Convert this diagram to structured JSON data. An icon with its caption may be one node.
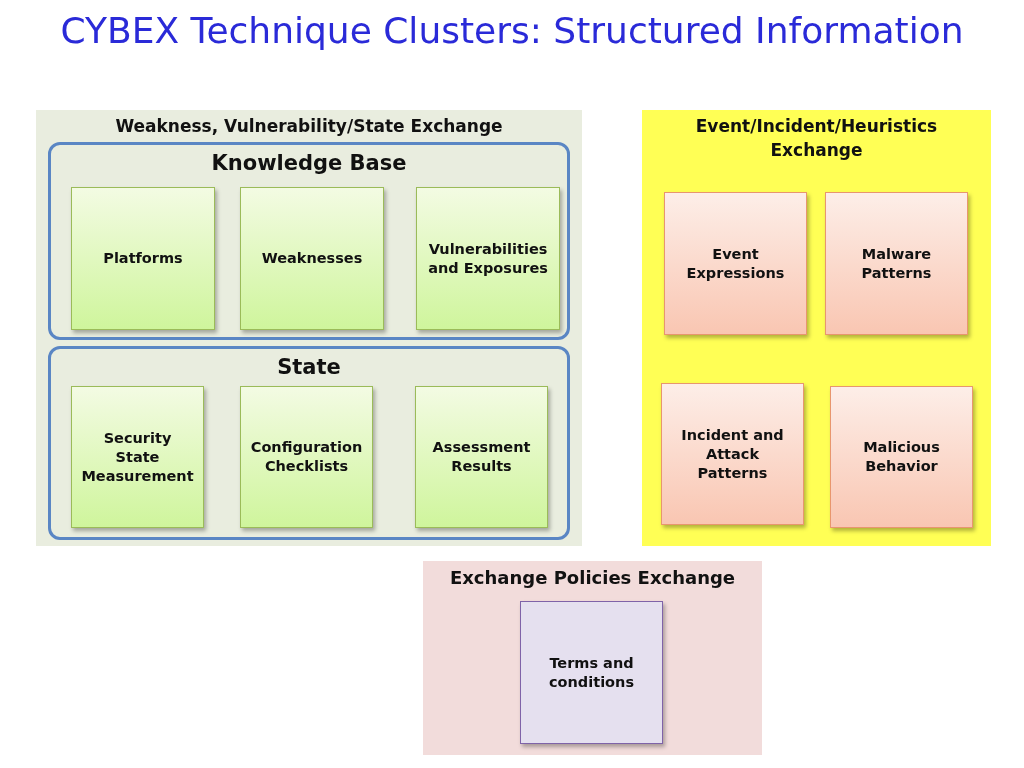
{
  "diagram": {
    "title": "CYBEX Technique Clusters: Structured Information",
    "nodes": [
      {
        "text": [
          "Weakness, Vulnerability/State Exchange"
        ]
      },
      {
        "text": [
          "Knowledge Base"
        ],
        "in": 0
      },
      {
        "text": [
          "Platforms"
        ],
        "in": 1
      },
      {
        "text": [
          "Weaknesses"
        ],
        "in": 1
      },
      {
        "text": [
          "Vulnerabilities and Exposures"
        ],
        "in": 1
      },
      {
        "text": [
          "State"
        ],
        "in": 0
      },
      {
        "text": [
          "Security State Measurement"
        ],
        "in": 5
      },
      {
        "text": [
          "Configuration Checklists"
        ],
        "in": 5
      },
      {
        "text": [
          "Assessment Results"
        ],
        "in": 5
      },
      {
        "text": [
          "Event/Incident/Heuristics Exchange"
        ]
      },
      {
        "text": [
          "Event Expressions"
        ],
        "in": 9
      },
      {
        "text": [
          "Malware Patterns"
        ],
        "in": 9
      },
      {
        "text": [
          "Incident and Attack Patterns"
        ],
        "in": 9
      },
      {
        "text": [
          "Malicious Behavior"
        ],
        "in": 9
      },
      {
        "text": [
          "Exchange Policies Exchange"
        ]
      },
      {
        "text": [
          "Terms and conditions"
        ],
        "in": 14
      }
    ],
    "edges": []
  }
}
